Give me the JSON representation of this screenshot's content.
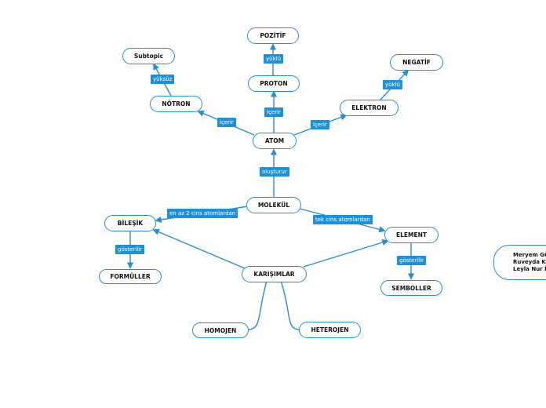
{
  "nodes": {
    "pozitif": "POZİTİF",
    "subtopic": "Subtopic",
    "negatif": "NEGATİF",
    "proton": "PROTON",
    "notron": "NÖTRON",
    "elektron": "ELEKTRON",
    "atom": "ATOM",
    "molekul": "MOLEKÜL",
    "bilesik": "BİLEŞİK",
    "element": "ELEMENT",
    "formuller": "FORMÜLLER",
    "karisimlar": "KARIŞIMLAR",
    "semboller": "SEMBOLLER",
    "homojen": "HOMOJEN",
    "heterojen": "HETEROJEN"
  },
  "labels": {
    "proton_pozitif": "yüklü",
    "notron_subtopic": "yüksüz",
    "elektron_negatif": "yüklü",
    "atom_proton": "içerir",
    "atom_notron": "içerir",
    "atom_elektron": "içerir",
    "molekul_atom": "oluşturur",
    "molekul_bilesik": "en az 2 cins atomlardan",
    "molekul_element": "tek cins atomlardan",
    "bilesik_formuller": "gösterilir",
    "element_semboller": "gösterilir"
  },
  "authors": [
    "Meryem GÖ",
    "Ruveyda KI",
    "Leyla Nur İ"
  ],
  "colors": {
    "line": "#2a8fcf",
    "label_bg": "#1e90d8",
    "node_border": "#2a8fcf"
  }
}
